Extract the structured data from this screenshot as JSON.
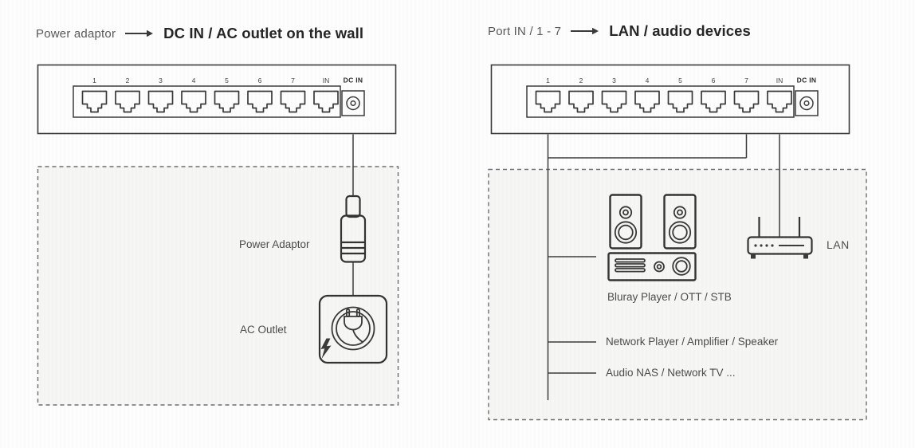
{
  "left_diagram": {
    "title_prefix": "Power adaptor",
    "title_main": "DC IN / AC outlet on the wall",
    "power_adaptor_label": "Power Adaptor",
    "ac_outlet_label": "AC Outlet"
  },
  "right_diagram": {
    "title_prefix": "Port IN / 1 - 7",
    "title_main": "LAN / audio devices",
    "bluray_label": "Bluray Player / OTT / STB",
    "network_player_label": "Network Player / Amplifier / Speaker",
    "audio_nas_label": "Audio NAS / Network TV ...",
    "lan_label": "LAN"
  },
  "switch_panel": {
    "port_labels": [
      "1",
      "2",
      "3",
      "4",
      "5",
      "6",
      "7",
      "IN"
    ],
    "dc_in_label": "DC IN"
  },
  "icons": {
    "title_arrow": "right-arrow-icon",
    "ports": "rj45-port-icon",
    "dc_jack": "dc-barrel-jack-icon",
    "power_plug": "dc-plug-icon",
    "ac_outlet": "plug-with-cord-icon",
    "hazard": "lightning-bolt-icon",
    "speakers": "speaker-icon",
    "bluray": "bluray-player-icon",
    "lan_router": "wifi-router-icon"
  },
  "colors": {
    "line": "#3c3c3c",
    "device_stroke": "#333333",
    "label_text": "#4c4c4c",
    "title_text": "#262626",
    "title_prefix_text": "#595959",
    "zone_fill": "#f6f6f4",
    "background": "#fdfdfd"
  }
}
